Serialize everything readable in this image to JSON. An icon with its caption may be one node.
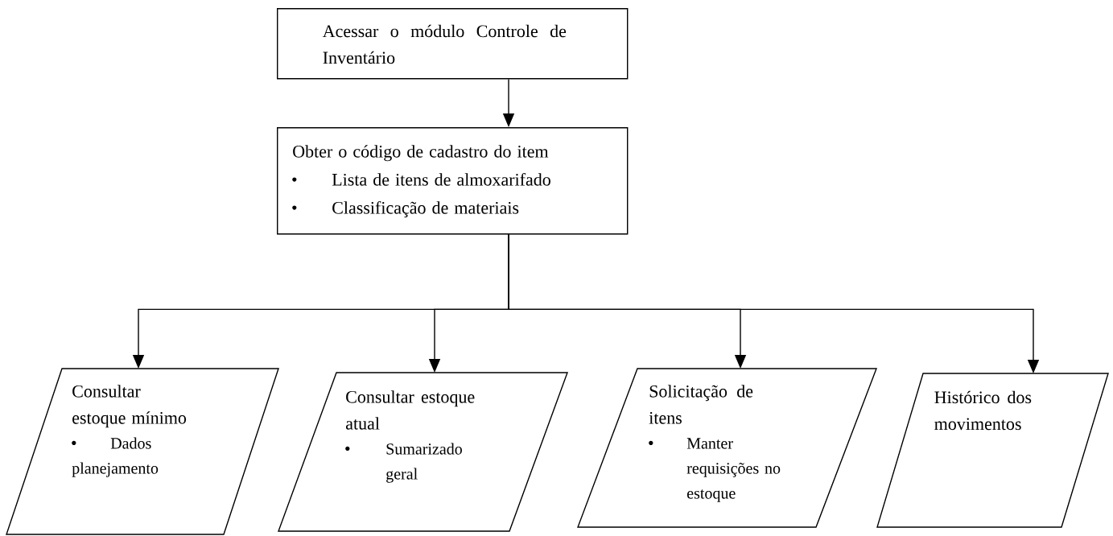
{
  "diagram": {
    "nodes": [
      {
        "text": [
          "Acessar o módulo Controle de Inventário"
        ]
      },
      {
        "text": [
          "Obter o código de cadastro do item",
          "Lista de itens de almoxarifado",
          "Classificação de materiais"
        ]
      },
      {
        "text": [
          "Consultar estoque mínimo",
          "Dados planejamento"
        ]
      },
      {
        "text": [
          "Consultar estoque atual",
          "Sumarizado geral"
        ]
      },
      {
        "text": [
          "Solicitação de itens",
          "Manter requisições no estoque"
        ]
      },
      {
        "text": [
          "Histórico dos movimentos"
        ]
      }
    ],
    "edges": [
      {
        "from": 0,
        "to": 1,
        "arrow": "to"
      },
      {
        "from": 1,
        "to": 2,
        "arrow": "to"
      },
      {
        "from": 1,
        "to": 3,
        "arrow": "to"
      },
      {
        "from": 1,
        "to": 4,
        "arrow": "to"
      },
      {
        "from": 1,
        "to": 5,
        "arrow": "to"
      }
    ]
  }
}
